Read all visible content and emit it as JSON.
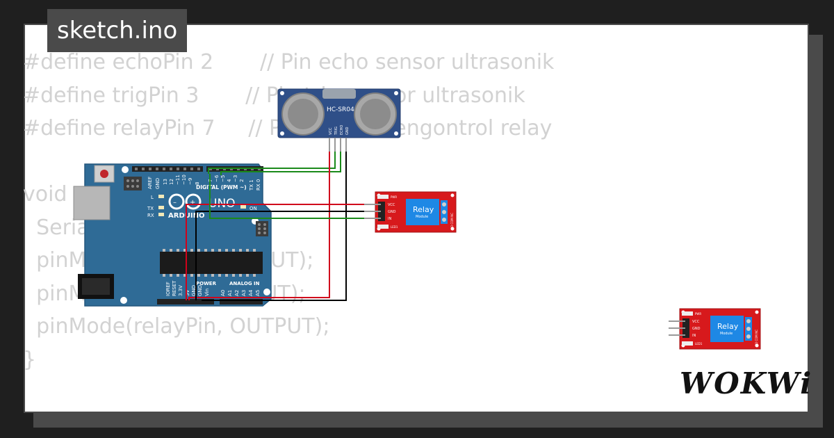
{
  "file_tab": {
    "label": "sketch.ino"
  },
  "code_lines": [
    "#define echoPin 2       // Pin echo sensor ultrasonik",
    "#define trigPin 3       // Pin trig sensor ultrasonik",
    "#define relayPin 7     // Pin untuk mengontrol relay",
    "",
    "void setup() {",
    "  Serial.begin(9600);",
    "  pinMode(trigPin, OUTPUT);",
    "  pinMode(echoPin, INPUT);",
    "  pinMode(relayPin, OUTPUT);",
    "}"
  ],
  "sensor": {
    "model": "HC-SR04",
    "pins": [
      "VCC",
      "TRIG",
      "ECHO",
      "GND"
    ]
  },
  "arduino": {
    "brand": "ARDUINO",
    "model": "UNO",
    "digital_label": "DIGITAL (PWM ~)",
    "power_label": "POWER",
    "analog_label": "ANALOG IN",
    "on_label": "ON",
    "led_labels": [
      "L",
      "TX",
      "RX"
    ],
    "digital_pins": [
      "AREF",
      "GND",
      "13",
      "12",
      "~11",
      "~10",
      "~9",
      "8",
      "7",
      "~6",
      "~5",
      "4",
      "~3",
      "2",
      "TX 1",
      "RX 0"
    ],
    "power_pins": [
      "IOREF",
      "RESET",
      "3.3V",
      "5V",
      "GND",
      "GND",
      "Vin"
    ],
    "analog_pins": [
      "A0",
      "A1",
      "A2",
      "A3",
      "A4",
      "A5"
    ]
  },
  "relay_module": {
    "title": "Relay",
    "subtitle": "Module",
    "pins": [
      "VCC",
      "GND",
      "IN"
    ],
    "top_label": "PWR",
    "bottom_label": "LED1",
    "side_label": "NO COM NC"
  },
  "brand_logo": "WOKWi",
  "colors": {
    "wire_red": "#d0021b",
    "wire_black": "#000000",
    "wire_green": "#1a8a1a",
    "board": "#2f6b96",
    "relay_board": "#d7191c",
    "relay_block": "#1e88e5"
  }
}
